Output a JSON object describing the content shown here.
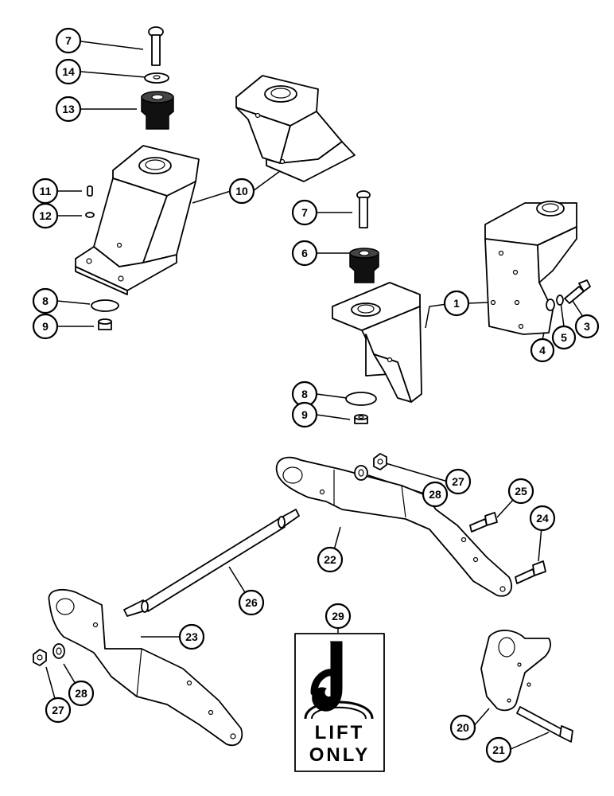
{
  "callouts": {
    "c7a": "7",
    "c14": "14",
    "c13": "13",
    "c11": "11",
    "c12": "12",
    "c10": "10",
    "c8a": "8",
    "c9a": "9",
    "c7b": "7",
    "c6": "6",
    "c1": "1",
    "c4": "4",
    "c5": "5",
    "c3": "3",
    "c8b": "8",
    "c9b": "9",
    "c27a": "27",
    "c28a": "28",
    "c25": "25",
    "c24": "24",
    "c22": "22",
    "c26": "26",
    "c23": "23",
    "c28b": "28",
    "c27b": "27",
    "c29": "29",
    "c20": "20",
    "c21": "21"
  },
  "decal": {
    "line1": "LIFT",
    "line2": "ONLY"
  },
  "colors": {
    "ink": "#000000",
    "paper": "#ffffff"
  }
}
